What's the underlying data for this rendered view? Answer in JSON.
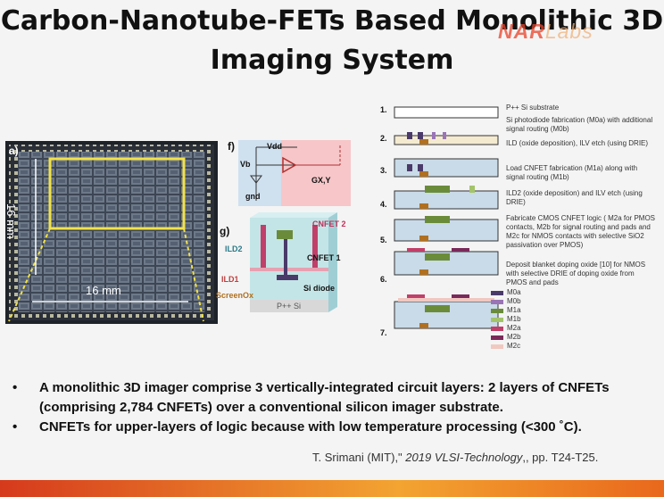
{
  "slide": {
    "title_line1": "Carbon-Nanotube-FETs Based Monolithic 3D",
    "title_line2": "Imaging System",
    "logo_main": "NAR",
    "logo_tail": "Labs"
  },
  "figure_a": {
    "panel_label": "a)",
    "dim_vertical": "16 mm",
    "dim_horizontal": "16 mm"
  },
  "figure_f": {
    "panel_label": "f)",
    "vdd": "Vdd",
    "vb": "Vb",
    "gnd": "gnd",
    "gxy": "GX,Y"
  },
  "figure_g": {
    "panel_label": "g)",
    "cnfet2": "CNFET 2",
    "cnfet1": "CNFET 1",
    "ild2": "ILD2",
    "ild1": "ILD1",
    "screenox": "ScreenOx",
    "si_diode": "Si diode",
    "substrate": "P++ Si"
  },
  "process": {
    "steps": [
      {
        "num": "1.",
        "desc": "P++ Si substrate"
      },
      {
        "num": "2.",
        "desc": "Si photodiode fabrication (M0a) with additional signal routing (M0b)"
      },
      {
        "num": "3.",
        "desc": "ILD (oxide deposition), ILV etch (using DRIE)"
      },
      {
        "num": "4.",
        "desc": "Load CNFET fabrication (M1a) along with signal routing (M1b)"
      },
      {
        "num": "5.",
        "desc": "ILD2 (oxide deposition) and ILV etch (using DRIE)"
      },
      {
        "num": "6.",
        "desc": "Fabricate CMOS CNFET logic ( M2a for PMOS contacts, M2b for signal routing and pads and M2c for NMOS contacts with selective SiO2 passivation over PMOS)"
      },
      {
        "num": "7.",
        "desc": "Deposit blanket doping oxide [10] for NMOS with selective DRIE of doping oxide from PMOS and pads"
      }
    ],
    "legend": [
      {
        "label": "M0a",
        "color": "#4a3a6a"
      },
      {
        "label": "M0b",
        "color": "#9a74b5"
      },
      {
        "label": "M1a",
        "color": "#6a8c3a"
      },
      {
        "label": "M1b",
        "color": "#a3c46a"
      },
      {
        "label": "M2a",
        "color": "#c0406a"
      },
      {
        "label": "M2b",
        "color": "#7a2a5a"
      },
      {
        "label": "M2c",
        "color": "#f0c8c0"
      }
    ]
  },
  "bullets": [
    "A monolithic 3D imager comprise 3 vertically-integrated circuit layers: 2 layers of CNFETs (comprising 2,784 CNFETs) over a conventional silicon imager substrate.",
    "CNFETs for upper-layers of logic because with low temperature processing (<300 ˚C)."
  ],
  "bullet_glyph": "•",
  "citation": {
    "prefix": "T. Srimani (MIT),\" ",
    "venue": "2019 VLSI-Technology",
    "suffix": ",, pp. T24-T25."
  },
  "colors": {
    "accent": "#e8432a",
    "bottom_bar": "#f3a431",
    "chip_yellow": "#f2e24a"
  }
}
